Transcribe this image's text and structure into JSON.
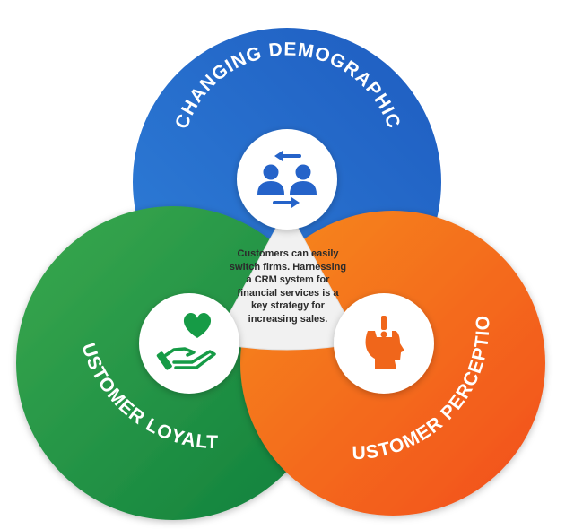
{
  "diagram": {
    "center_text": "Customers can easily switch firms. Harnessing a CRM system for financial services is a key strategy for increasing sales.",
    "circles": [
      {
        "label": "CHANGING DEMOGRAPHIC",
        "icon": "people-exchange-icon",
        "colors": [
          "#1f5fbf",
          "#3a86e0"
        ]
      },
      {
        "label": "CUSTOMER LOYALTY",
        "icon": "hand-heart-icon",
        "colors": [
          "#0e7a3b",
          "#34a853"
        ]
      },
      {
        "label": "CUSTOMER PERCEPTION",
        "icon": "head-exclamation-icon",
        "colors": [
          "#f4501f",
          "#f47f1e"
        ]
      }
    ]
  }
}
